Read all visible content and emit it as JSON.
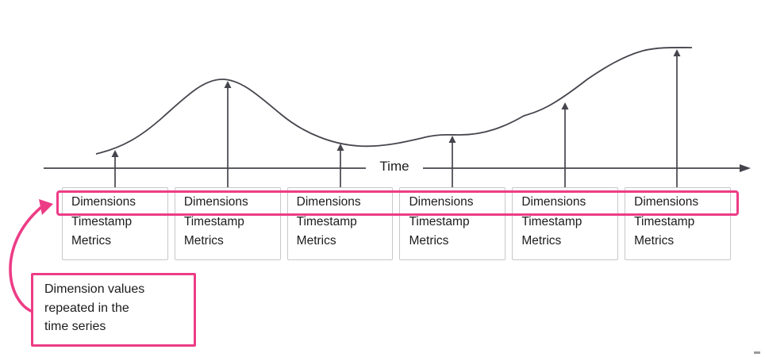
{
  "diagram": {
    "axis_label": "Time"
  },
  "records": [
    {
      "line1": "Dimensions",
      "line2": "Timestamp",
      "line3": "Metrics"
    },
    {
      "line1": "Dimensions",
      "line2": "Timestamp",
      "line3": "Metrics"
    },
    {
      "line1": "Dimensions",
      "line2": "Timestamp",
      "line3": "Metrics"
    },
    {
      "line1": "Dimensions",
      "line2": "Timestamp",
      "line3": "Metrics"
    },
    {
      "line1": "Dimensions",
      "line2": "Timestamp",
      "line3": "Metrics"
    },
    {
      "line1": "Dimensions",
      "line2": "Timestamp",
      "line3": "Metrics"
    }
  ],
  "callout": {
    "line1": "Dimension values",
    "line2": "repeated in the",
    "line3": "time series"
  },
  "colors": {
    "accent_pink": "#ed3c86",
    "line_gray": "#45454d",
    "box_border": "#c8c8c8",
    "text": "#1c1c1c"
  }
}
